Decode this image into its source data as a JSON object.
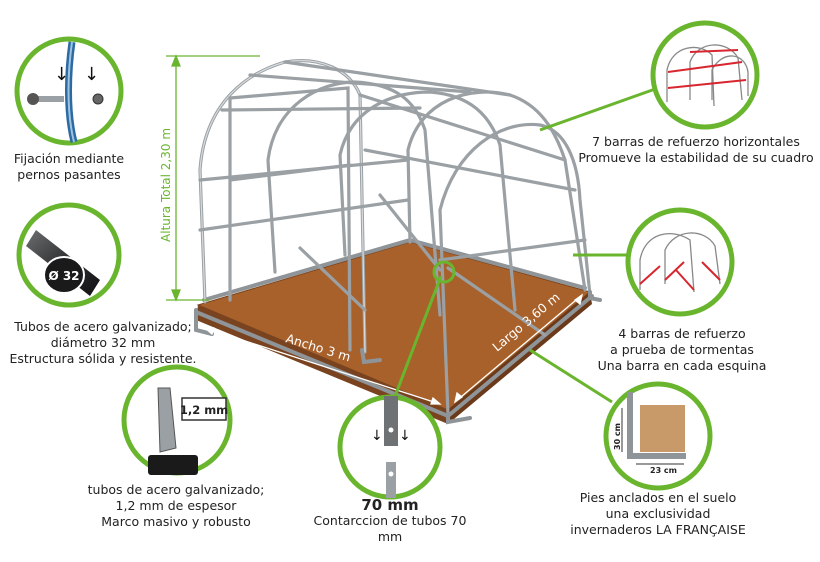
{
  "colors": {
    "accent_green": "#6ab52e",
    "soil": "#a8612a",
    "frame_steel": "#9aa0a4",
    "reinforcement_red": "#d8262f"
  },
  "dimensions": {
    "height": "Altura Total 2,30 m",
    "width": "Ancho 3 m",
    "length": "Largo 3,60 m"
  },
  "callouts": {
    "bolts": {
      "lines": [
        "Fijación mediante",
        "pernos pasantes"
      ]
    },
    "tube": {
      "badge": "Ø 32",
      "lines": [
        "Tubos de acero galvanizado;",
        "diámetro 32 mm",
        "Estructura sólida y resistente."
      ]
    },
    "thickness": {
      "badge": "1,2 mm",
      "lines": [
        "tubos de acero galvanizado;",
        "1,2 mm de espesor",
        "Marco masivo y robusto"
      ]
    },
    "connection": {
      "title": "70 mm",
      "lines": [
        "Contarccion de tubos 70 mm"
      ]
    },
    "horizontal_bars": {
      "lines": [
        "7 barras de refuerzo horizontales",
        "Promueve la estabilidad de su cuadro"
      ]
    },
    "storm_bars": {
      "lines": [
        "4 barras de refuerzo",
        "a prueba de tormentas",
        "Una barra en cada esquina"
      ]
    },
    "feet": {
      "dim_height": "30 cm",
      "dim_width": "23 cm",
      "lines": [
        "Pies anclados en el suelo",
        "una exclusividad",
        "invernaderos LA FRANÇAISE"
      ]
    }
  }
}
